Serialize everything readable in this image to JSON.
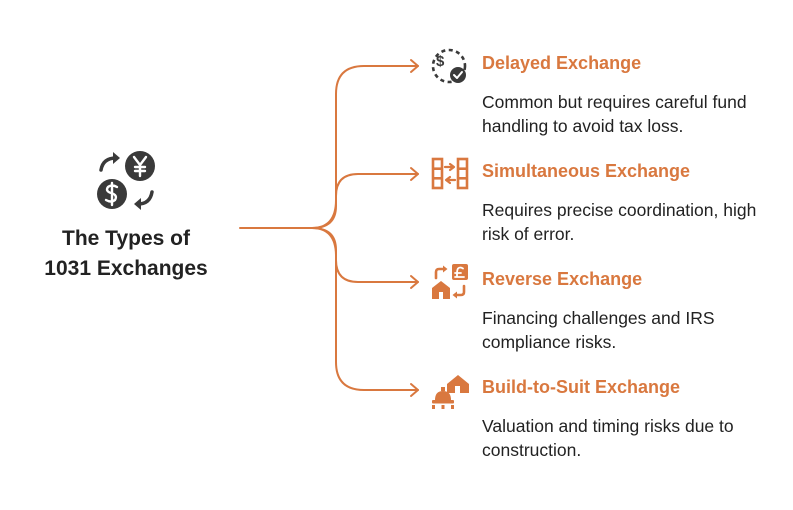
{
  "root": {
    "title_line1": "The Types of",
    "title_line2": "1031 Exchanges",
    "icon": "currency-exchange-icon"
  },
  "branches": [
    {
      "title": "Delayed Exchange",
      "description": "Common but requires careful fund handling to avoid tax loss.",
      "icon": "dollar-clock-check-icon"
    },
    {
      "title": "Simultaneous Exchange",
      "description": "Requires precise coordination, high risk of error.",
      "icon": "parallel-transfer-icon"
    },
    {
      "title": "Reverse Exchange",
      "description": "Financing challenges and IRS compliance risks.",
      "icon": "house-pound-swap-icon"
    },
    {
      "title": "Build-to-Suit Exchange",
      "description": "Valuation and timing risks due to construction.",
      "icon": "construction-house-icon"
    }
  ],
  "colors": {
    "accent": "#d9783f",
    "text": "#222222",
    "icon_dark": "#3a3a3a"
  }
}
